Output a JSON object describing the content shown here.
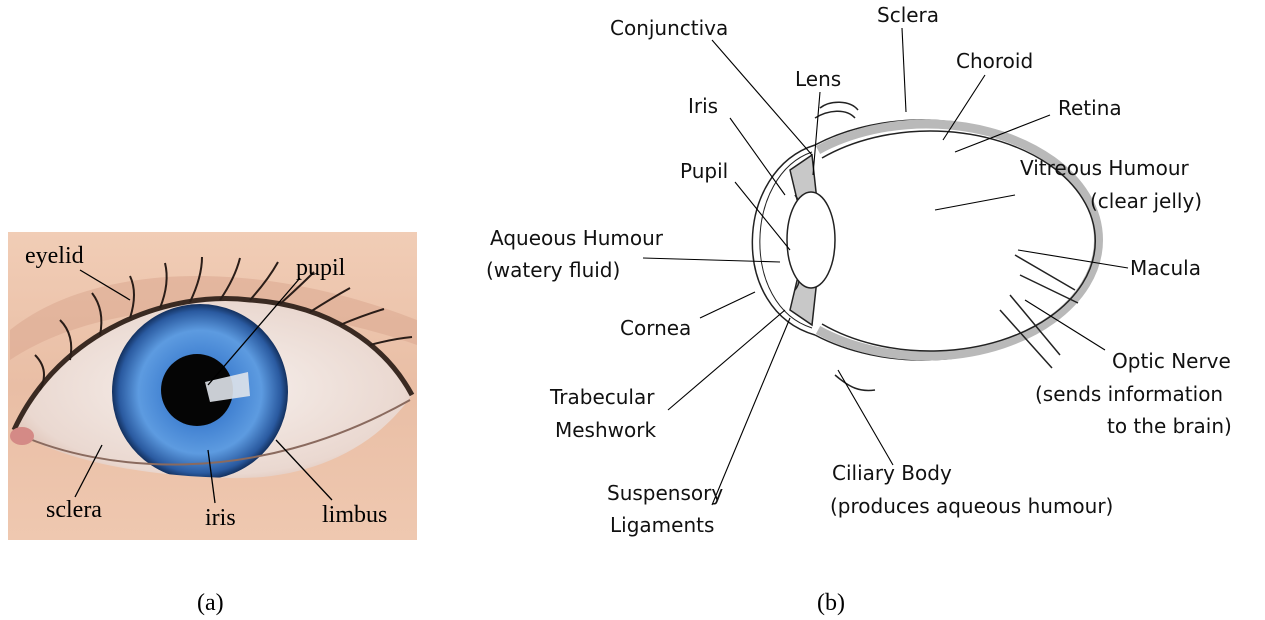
{
  "figure_a": {
    "caption": "(a)",
    "labels": {
      "eyelid": "eyelid",
      "pupil": "pupil",
      "sclera": "sclera",
      "iris": "iris",
      "limbus": "limbus"
    }
  },
  "figure_b": {
    "caption": "(b)",
    "labels": {
      "conjunctiva": "Conjunctiva",
      "sclera": "Sclera",
      "choroid": "Choroid",
      "lens": "Lens",
      "iris": "Iris",
      "retina": "Retina",
      "pupil": "Pupil",
      "vitreous_1": "Vitreous Humour",
      "vitreous_2": "(clear jelly)",
      "aqueous_1": "Aqueous Humour",
      "aqueous_2": "(watery fluid)",
      "macula": "Macula",
      "cornea": "Cornea",
      "optic_1": "Optic Nerve",
      "optic_2": "(sends information",
      "optic_3": "to the brain)",
      "trabecular_1": "Trabecular",
      "trabecular_2": "Meshwork",
      "ciliary_1": "Ciliary Body",
      "ciliary_2": "(produces aqueous humour)",
      "suspensory_1": "Suspensory",
      "suspensory_2": "Ligaments"
    }
  },
  "colors": {
    "iris_blue": "#2f6fc0",
    "skin": "#e8b9a0",
    "tissue_gray": "#c8c8c8"
  }
}
